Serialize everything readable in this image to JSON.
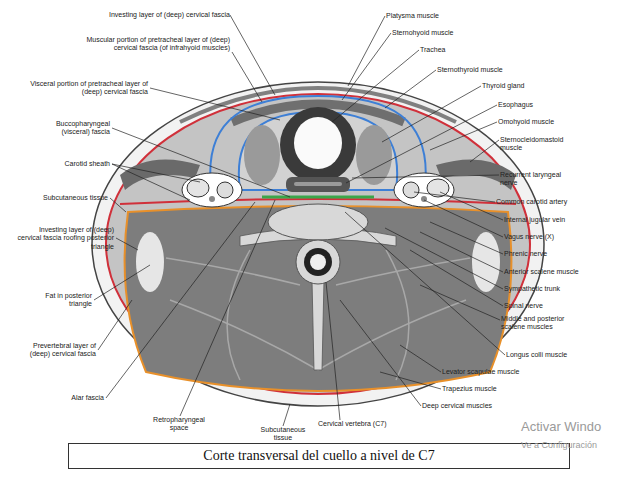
{
  "diagram": {
    "caption": "Corte transversal del cuello a nivel de C7",
    "labels": [
      "Investing layer of (deep) cervical fascia",
      "Muscular portion of pretracheal layer of (deep) cervical fascia (of infrahyoid muscles)",
      "Visceral portion of pretracheal layer of (deep) cervical fascia",
      "Buccopharyngeal (visceral) fascia",
      "Carotid sheath",
      "Subcutaneous tissue",
      "Investing layer of (deep) cervical fascia roofing posterior triangle",
      "Fat in posterior triangle",
      "Prevertebral layer of (deep) cervical fascia",
      "Alar fascia",
      "Retropharyngeal space",
      "Subcutaneous tissue",
      "Cervical vertebra (C7)",
      "Deep cervical muscles",
      "Trapezius muscle",
      "Levator scapulae muscle",
      "Longus colli muscle",
      "Middle and posterior scalene muscles",
      "Spinal nerve",
      "Sympathetic trunk",
      "Anterior scalene muscle",
      "Phrenic nerve",
      "Vagus nerve (X)",
      "Internal jugular vein",
      "Common carotid artery",
      "Recurrent laryngeal nerve",
      "Sternocleidomastoid muscle",
      "Omohyoid muscle",
      "Esophagus",
      "Thyroid gland",
      "Sternothyroid muscle",
      "Trachea",
      "Sternohyoid muscle",
      "Platysma muscle",
      "Activar Windo",
      "Ve a Configuración"
    ]
  }
}
